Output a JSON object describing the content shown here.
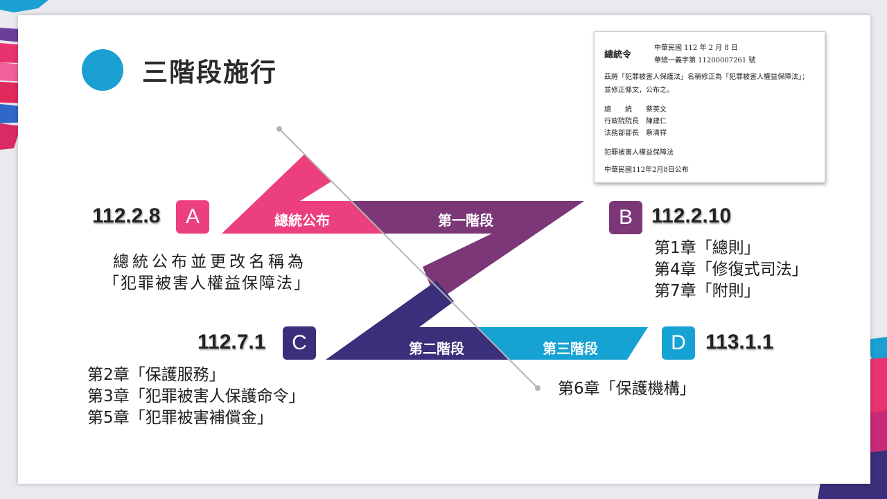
{
  "title": "三階段施行",
  "colors": {
    "pink": "#ec3f7d",
    "purple": "#7b3778",
    "navy": "#3a2f7a",
    "blue": "#17a2d4",
    "title_circle": "#1aa0d3"
  },
  "stages": {
    "A": {
      "badge": "A",
      "date": "112.2.8",
      "band_label": "總統公布",
      "desc": [
        "總統公布並更改名稱為",
        "「犯罪被害人權益保障法」"
      ]
    },
    "B": {
      "badge": "B",
      "date": "112.2.10",
      "band_label": "第一階段",
      "desc": [
        "第1章「總則」",
        "第4章「修復式司法」",
        "第7章「附則」"
      ]
    },
    "C": {
      "badge": "C",
      "date": "112.7.1",
      "band_label": "第二階段",
      "desc": [
        "第2章「保護服務」",
        "第3章「犯罪被害人保護命令」",
        "第5章「犯罪被害補償金」"
      ]
    },
    "D": {
      "badge": "D",
      "date": "113.1.1",
      "band_label": "第三階段",
      "desc": [
        "第6章「保護機構」"
      ]
    }
  },
  "decree": {
    "heading": "總統令",
    "date_line": "中華民國 112 年 2 月 8 日",
    "number_line": "華總一義字第 11200007261 號",
    "body_line1": "茲將「犯罪被害人保護法」名稱修正為「犯罪被害人權益保障法」；",
    "body_line2": "並修正條文，公布之。",
    "signatories": [
      {
        "title": "總　　統",
        "name": "蔡英文"
      },
      {
        "title": "行政院院長",
        "name": "陳建仁"
      },
      {
        "title": "法務部部長",
        "name": "蔡清祥"
      }
    ],
    "law_name": "犯罪被害人權益保障法",
    "promulgated": "中華民國112年2月8日公布"
  }
}
